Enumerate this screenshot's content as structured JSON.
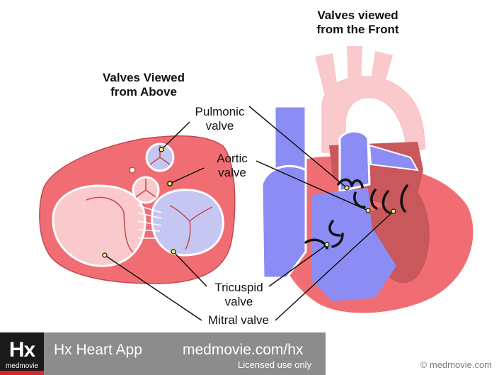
{
  "titles": {
    "above": "Valves Viewed\nfrom Above",
    "front": "Valves viewed\nfrom the Front"
  },
  "labels": {
    "pulmonic": "Pulmonic\nvalve",
    "aortic": "Aortic\nvalve",
    "tricuspid": "Tricuspid\nvalve",
    "mitral": "Mitral valve"
  },
  "footer": {
    "logo_main": "Hx",
    "logo_sub": "medmovie",
    "app_name": "Hx Heart App",
    "url": "medmovie.com/hx",
    "license": "Licensed use only"
  },
  "copyright": "© medmovie.com",
  "colors": {
    "heart_wall": "#f06e73",
    "heart_light": "#f8a9ac",
    "pale_pink": "#f9c9cb",
    "vein_blue": "#8c8cf5",
    "blue_light": "#c6c6f3",
    "dark_red": "#c9585c",
    "footer_gray": "#8c8c8c"
  }
}
